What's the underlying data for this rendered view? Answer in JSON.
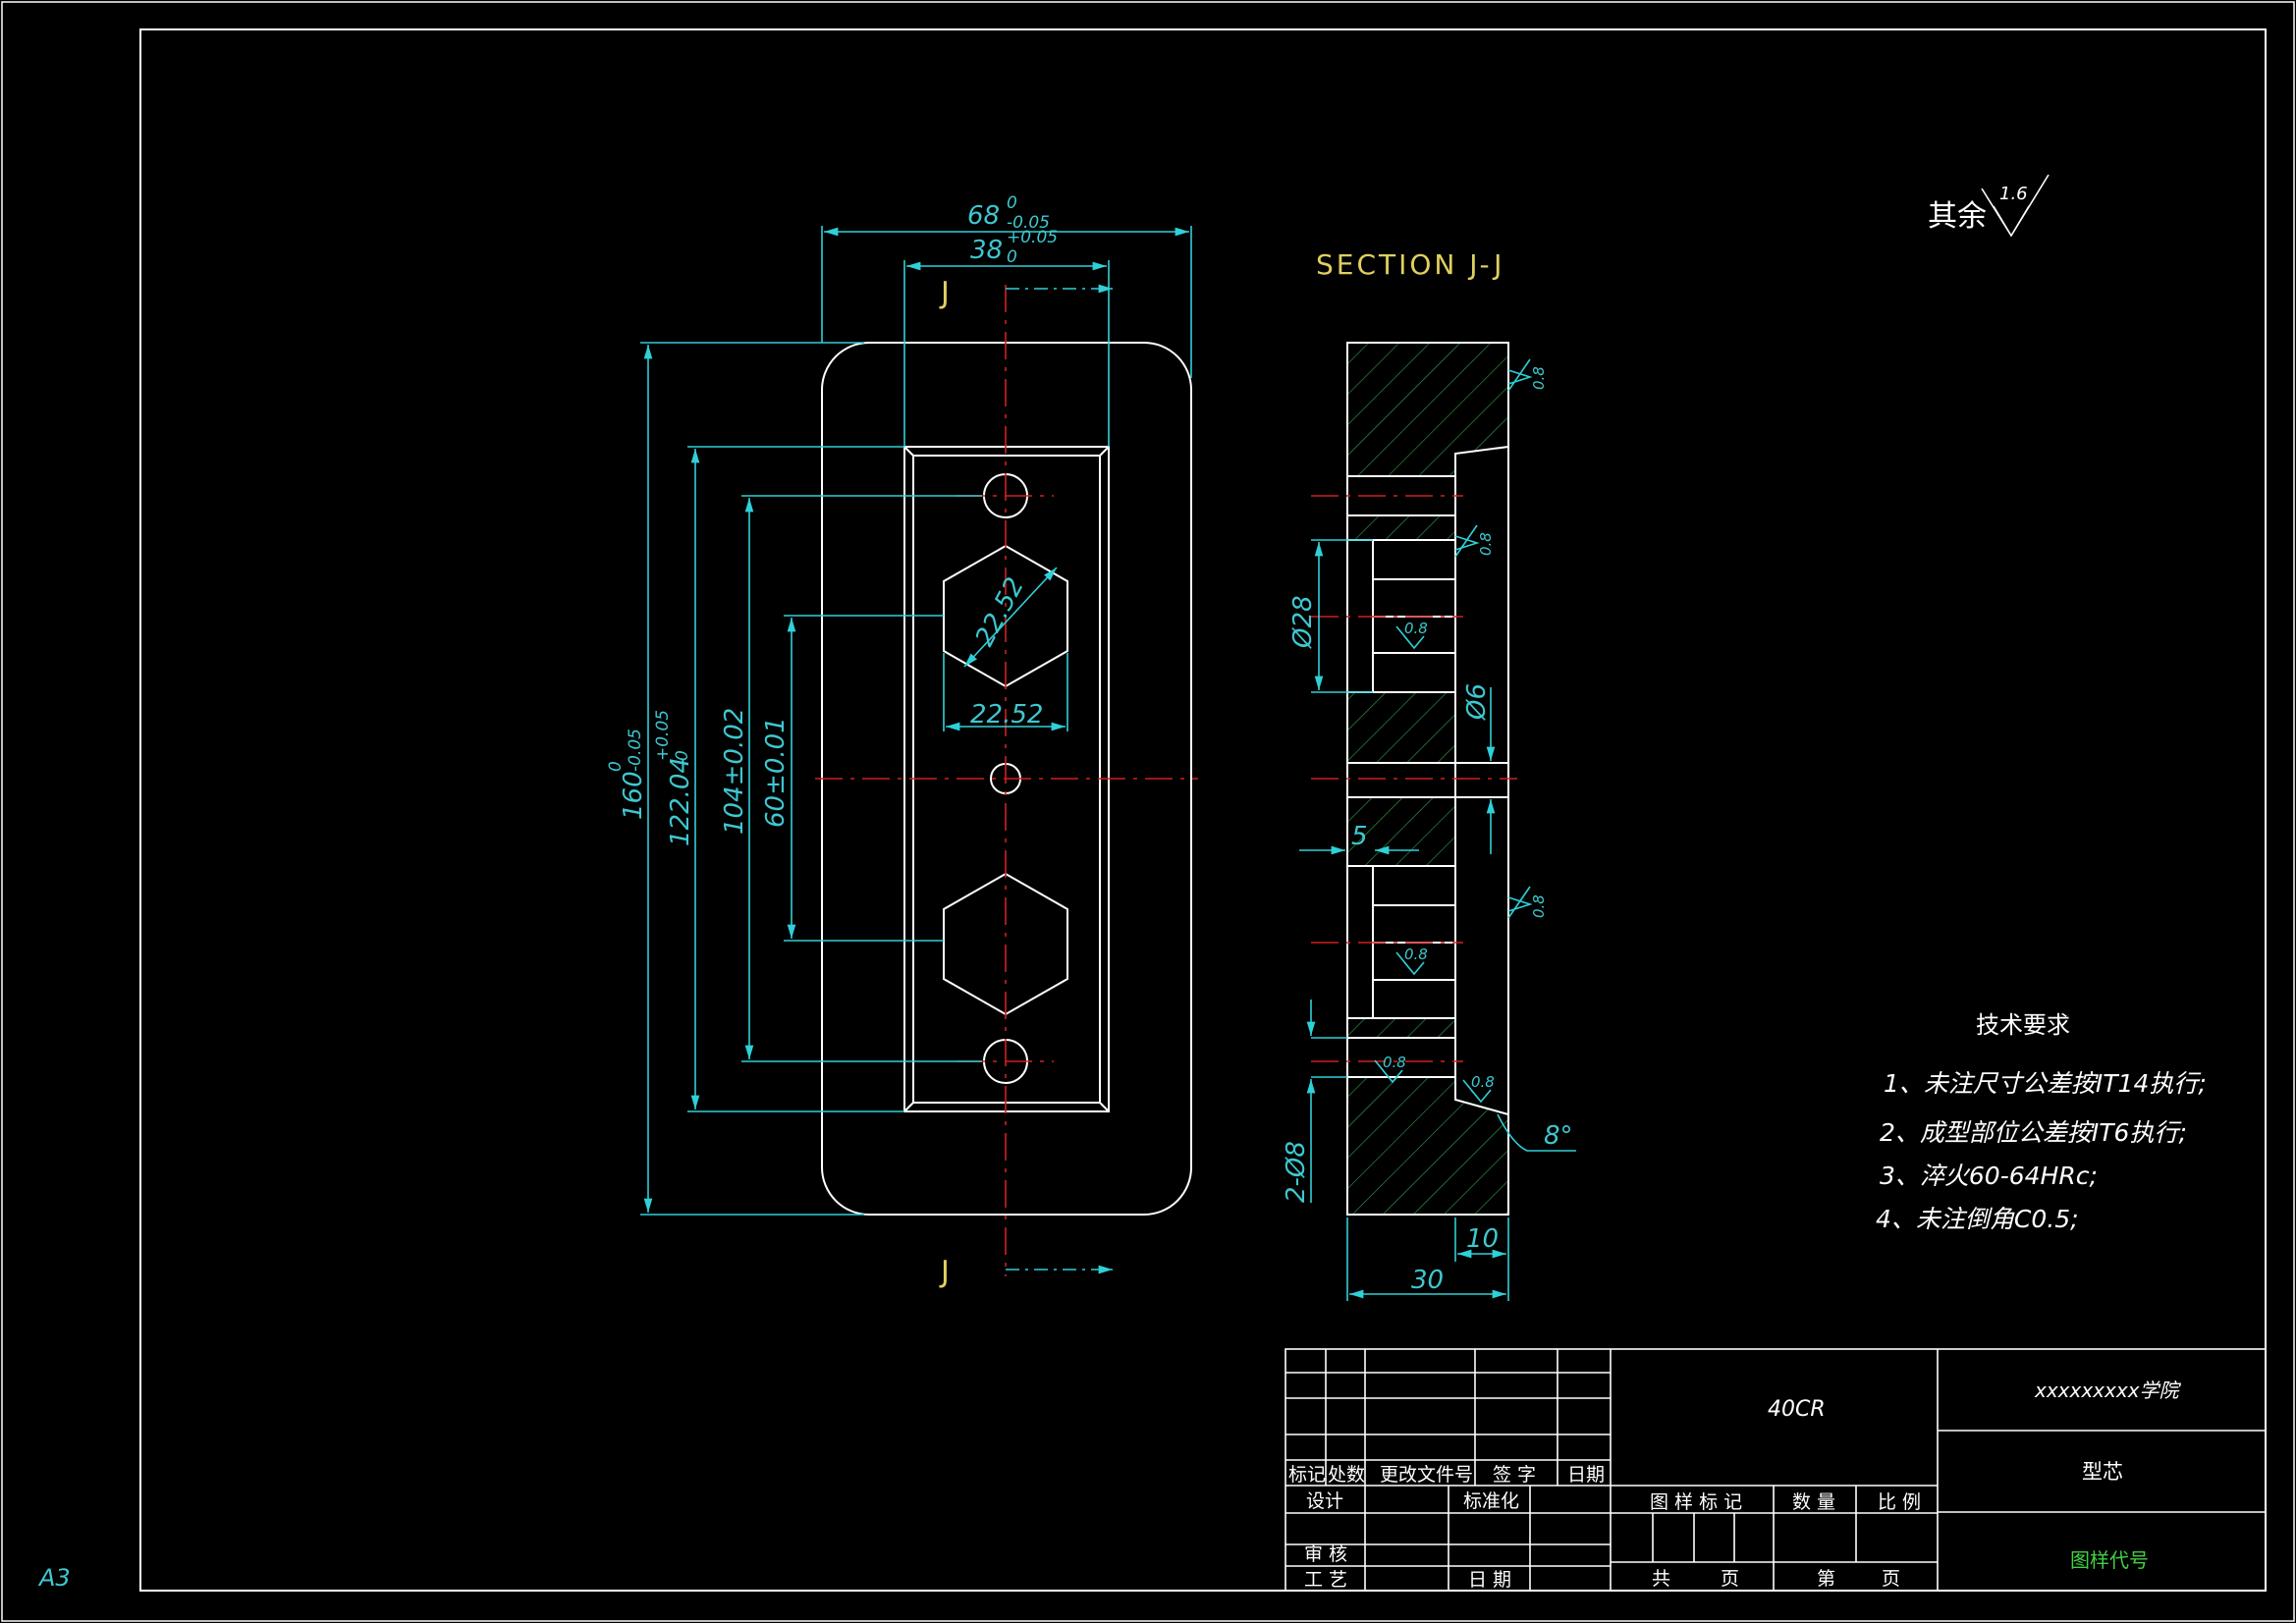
{
  "sheet": {
    "size_label": "A3"
  },
  "section": {
    "title": "SECTION J-J",
    "cut_label_top": "J",
    "cut_label_bottom": "J"
  },
  "surface": {
    "remaining_label": "其余",
    "remaining_value": "1.6",
    "values": [
      "0.8",
      "0.8",
      "0.8",
      "0.8",
      "0.8",
      "0.8",
      "0.8"
    ]
  },
  "dims": {
    "width_total": "68",
    "width_total_tol_up": "0",
    "width_total_tol_low": "-0.05",
    "width_pocket": "38",
    "width_pocket_tol_up": "+0.05",
    "width_pocket_tol_low": "0",
    "hex_diag": "22.52",
    "hex_flat": "22.52",
    "height_total": "160",
    "height_total_tol_up": "0",
    "height_total_tol_low": "-0.05",
    "height_pocket": "122.04",
    "height_pocket_tol_up": "+0.05",
    "height_pocket_tol_low": "0",
    "holes_spacing": "104±0.02",
    "hex_spacing": "60±0.01",
    "dia_28": "Ø28",
    "dia_6": "Ø6",
    "depth_5": "5",
    "holes_8": "2-Ø8",
    "angle": "8°",
    "step_10": "10",
    "thick_30": "30"
  },
  "notes": {
    "title": "技术要求",
    "items": [
      "1、未注尺寸公差按IT14执行;",
      "2、成型部位公差按IT6执行;",
      "3、淬火60-64HRc;",
      "4、未注倒角C0.5;"
    ]
  },
  "title_block": {
    "material": "40CR",
    "school": "xxxxxxxxx学院",
    "part_name": "型芯",
    "drawing_code": "图样代号",
    "h_mark": "标记",
    "h_count": "处数",
    "h_doc": "更改文件号",
    "h_sign": "签 字",
    "h_date": "日期",
    "design": "设计",
    "standard": "标准化",
    "review": "审 核",
    "process": "工 艺",
    "date2": "日 期",
    "drawing_mark": "图 样 标 记",
    "quantity": "数 量",
    "scale": "比 例",
    "total_label": "共",
    "page_label": "页",
    "seq_label": "第",
    "page_label2": "页"
  },
  "colors": {
    "outline": "#ffffff",
    "dimension": "#2fd0d8",
    "centerline": "#d02020",
    "hatch": "#2e9a4a",
    "note": "#ffffff",
    "title_yellow": "#e0d060",
    "code_green": "#40d040"
  }
}
